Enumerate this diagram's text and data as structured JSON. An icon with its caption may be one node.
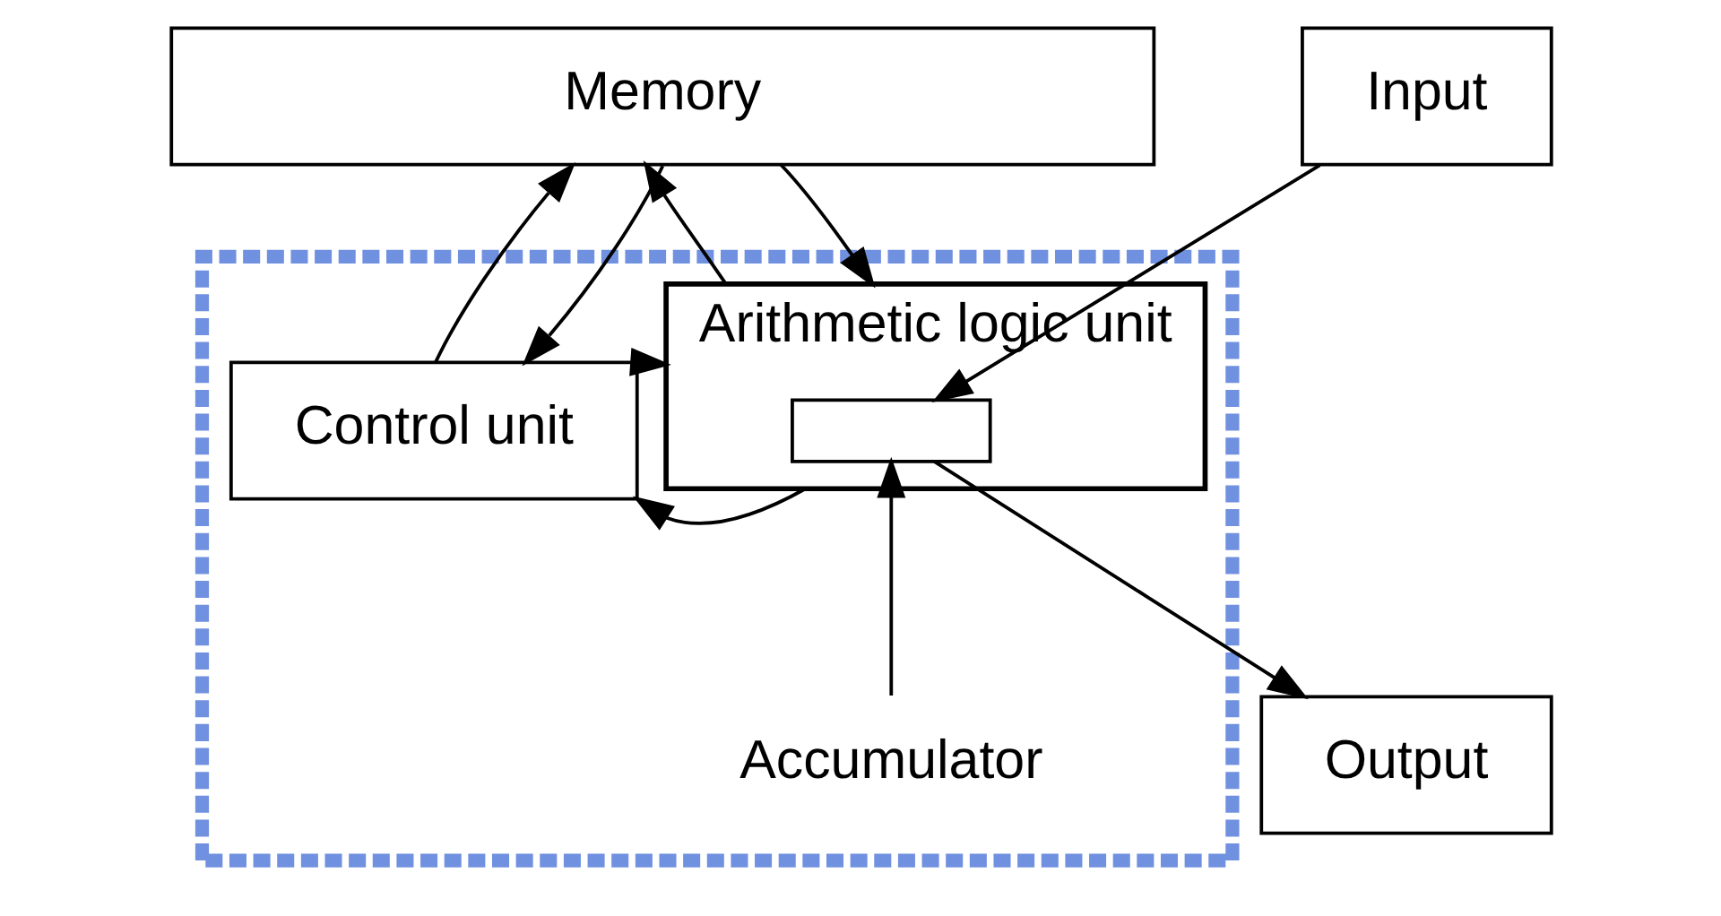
{
  "diagram": {
    "nodes": [
      {
        "text": [
          "Memory"
        ]
      },
      {
        "text": [],
        "shape": "box"
      },
      {
        "text": [
          "Control unit"
        ],
        "in": 1
      },
      {
        "text": [
          "Arithmetic logic unit"
        ],
        "in": 1
      },
      {
        "text": [],
        "shape": "box",
        "in": 3
      },
      {
        "text": [
          "Accumulator"
        ],
        "in": 1
      },
      {
        "text": [
          "Input"
        ]
      },
      {
        "text": [
          "Output"
        ]
      }
    ],
    "edges": [
      {
        "from": 2,
        "to": 0,
        "arrow": "to"
      },
      {
        "from": 0,
        "to": 2,
        "arrow": "to"
      },
      {
        "from": 3,
        "to": 0,
        "arrow": "to"
      },
      {
        "from": 0,
        "to": 3,
        "arrow": "to"
      },
      {
        "from": 2,
        "to": 3,
        "arrow": "to"
      },
      {
        "from": 3,
        "to": 2,
        "arrow": "to"
      },
      {
        "from": 6,
        "to": 4,
        "arrow": "to"
      },
      {
        "from": 4,
        "to": 7,
        "arrow": "to"
      },
      {
        "from": 5,
        "to": 4,
        "arrow": "to"
      }
    ]
  }
}
